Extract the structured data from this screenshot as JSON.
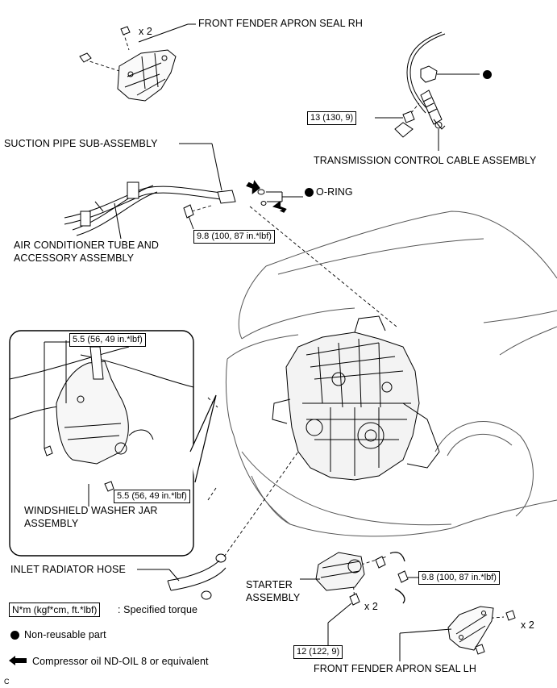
{
  "labels": {
    "fender_rh": "FRONT FENDER APRON SEAL RH",
    "x2_top": "x 2",
    "trans_cable": "TRANSMISSION CONTROL CABLE ASSEMBLY",
    "suction_pipe": "SUCTION PIPE SUB-ASSEMBLY",
    "o_ring": "O-RING",
    "ac_tube_line1": "AIR CONDITIONER TUBE AND",
    "ac_tube_line2": "ACCESSORY ASSEMBLY",
    "washer_line1": "WINDSHIELD WASHER JAR",
    "washer_line2": "ASSEMBLY",
    "inlet_hose": "INLET RADIATOR HOSE",
    "starter_line1": "STARTER",
    "starter_line2": "ASSEMBLY",
    "x2_starter": "x 2",
    "x2_lh": "x 2",
    "fender_lh": "FRONT FENDER APRON SEAL LH",
    "corner": "C"
  },
  "torques": {
    "trans_cable": "13 (130, 9)",
    "suction_pipe": "9.8 (100, 87 in.*lbf)",
    "washer_top": "5.5 (56, 49 in.*lbf)",
    "washer_bottom": "5.5 (56, 49 in.*lbf)",
    "starter_right": "9.8 (100, 87 in.*lbf)",
    "starter_bottom": "12 (122, 9)"
  },
  "legend": {
    "torque_box": "N*m (kgf*cm, ft.*lbf)",
    "torque_text": ": Specified torque",
    "nonreusable": "Non-reusable part",
    "compressor_oil": "Compressor oil ND-OIL 8 or equivalent"
  }
}
